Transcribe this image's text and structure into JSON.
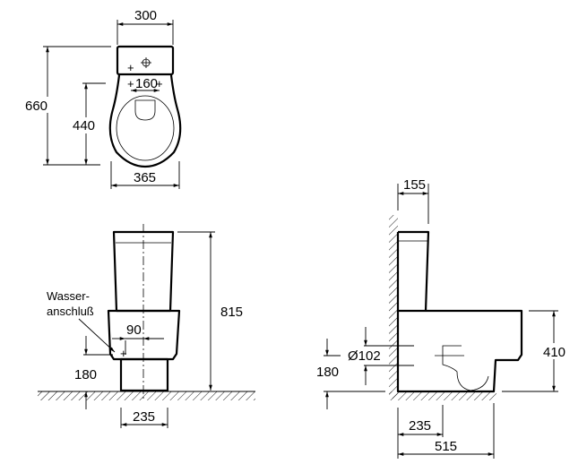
{
  "top_view": {
    "width_tank": "300",
    "depth_total": "660",
    "depth_bowl": "440",
    "fixing_spacing": "160",
    "width_bowl": "365"
  },
  "front_view": {
    "height_total": "815",
    "water_inlet_label_1": "Wasser-",
    "water_inlet_label_2": "anschluß",
    "inlet_offset": "90",
    "inlet_height": "180",
    "base_width": "235"
  },
  "side_view": {
    "tank_depth": "155",
    "outlet_height": "410",
    "outlet_diameter": "Ø102",
    "outlet_center_height": "180",
    "outlet_distance": "235",
    "total_depth": "515"
  }
}
